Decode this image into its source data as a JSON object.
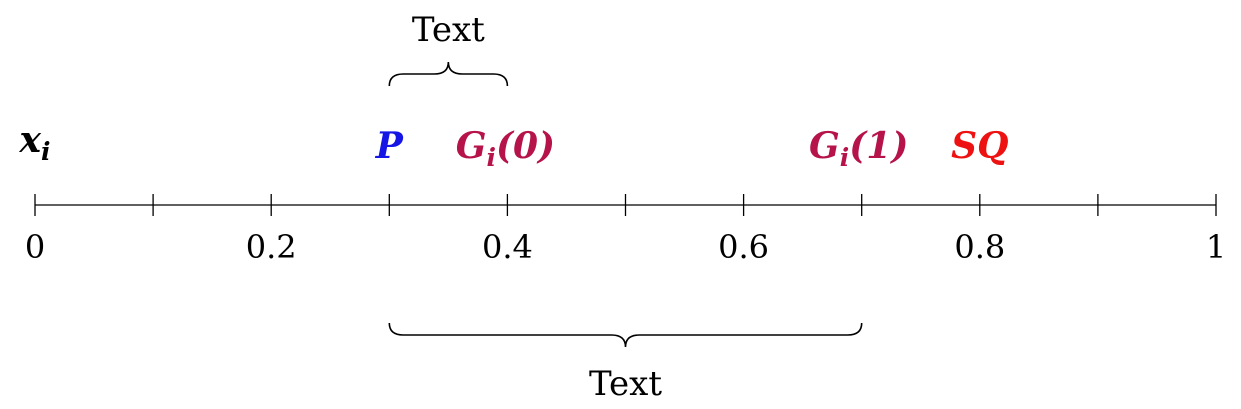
{
  "axis": {
    "variable_label": "x_i",
    "min": 0,
    "max": 1,
    "minor_step": 0.1,
    "tick_labels": [
      {
        "value": 0,
        "text": "0"
      },
      {
        "value": 0.2,
        "text": "0.2"
      },
      {
        "value": 0.4,
        "text": "0.4"
      },
      {
        "value": 0.6,
        "text": "0.6"
      },
      {
        "value": 0.8,
        "text": "0.8"
      },
      {
        "value": 1,
        "text": "1"
      }
    ]
  },
  "points": [
    {
      "id": "P",
      "value": 0.3,
      "label": "P",
      "color": "#1515e6"
    },
    {
      "id": "G0",
      "value": 0.4,
      "label": "G_i(0)",
      "color": "#b5134a"
    },
    {
      "id": "G1",
      "value": 0.7,
      "label": "G_i(1)",
      "color": "#b5134a"
    },
    {
      "id": "SQ",
      "value": 0.8,
      "label": "SQ",
      "color": "#ee1111"
    }
  ],
  "braces": [
    {
      "id": "top",
      "from": 0.3,
      "to": 0.4,
      "side": "above",
      "label": "Text"
    },
    {
      "id": "bottom",
      "from": 0.3,
      "to": 0.7,
      "side": "below",
      "label": "Text"
    }
  ]
}
